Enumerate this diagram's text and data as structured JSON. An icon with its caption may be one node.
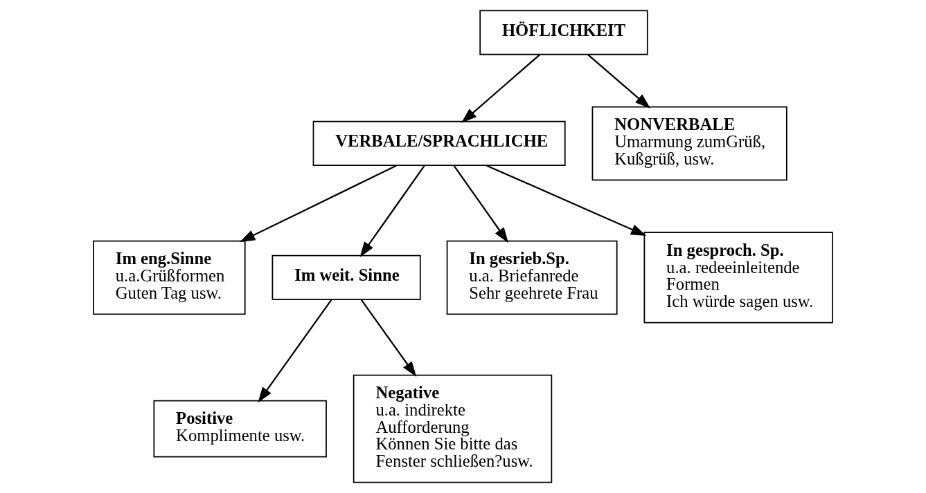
{
  "diagram": {
    "nodes": [
      {
        "text": [
          "HÖFLICHKEIT"
        ]
      },
      {
        "text": [
          "VERBALE/SPRACHLICHE"
        ]
      },
      {
        "text": [
          "NONVERBALE",
          "Umarmung zumGrüß, Kußgrüß, usw."
        ]
      },
      {
        "text": [
          "Im eng.Sinne",
          "u.a.Grüßformen",
          "Guten Tag usw."
        ]
      },
      {
        "text": [
          "Im weit. Sinne"
        ]
      },
      {
        "text": [
          "In gesrieb.Sp.",
          "u.a. Briefanrede",
          "Sehr geehrete Frau"
        ]
      },
      {
        "text": [
          "In gesproch. Sp.",
          "u.a. redeeinleitende Formen",
          "Ich würde sagen usw."
        ]
      },
      {
        "text": [
          "Positive",
          "Komplimente usw."
        ]
      },
      {
        "text": [
          "Negative",
          "u.a. indirekte Aufforderung",
          "Können Sie bitte das Fenster schließen?usw."
        ]
      }
    ],
    "edges": [
      {
        "from": 0,
        "to": 1,
        "arrow": "to"
      },
      {
        "from": 0,
        "to": 2,
        "arrow": "to"
      },
      {
        "from": 1,
        "to": 3,
        "arrow": "to"
      },
      {
        "from": 1,
        "to": 4,
        "arrow": "to"
      },
      {
        "from": 1,
        "to": 5,
        "arrow": "to"
      },
      {
        "from": 1,
        "to": 6,
        "arrow": "to"
      },
      {
        "from": 4,
        "to": 7,
        "arrow": "to"
      },
      {
        "from": 4,
        "to": 8,
        "arrow": "to"
      }
    ]
  }
}
